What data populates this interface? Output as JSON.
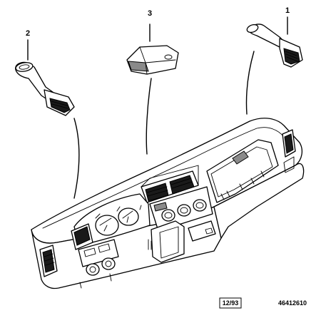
{
  "callouts": [
    {
      "id": "1",
      "label": "1"
    },
    {
      "id": "2",
      "label": "2"
    },
    {
      "id": "3",
      "label": "3"
    }
  ],
  "footer": {
    "date_code": "12/93",
    "drawing_number": "46412610"
  }
}
